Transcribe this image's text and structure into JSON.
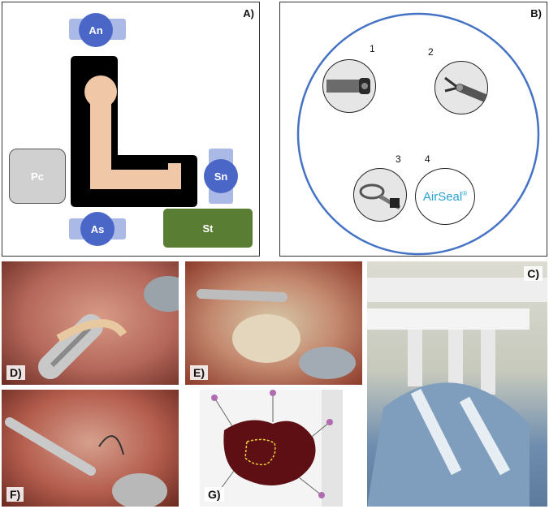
{
  "panels": {
    "a": {
      "label": "A)",
      "roles": {
        "anesthesiologist": "An",
        "patient_cart": "Pc",
        "assistant": "As",
        "scrub_nurse": "Sn",
        "surgeon_table": "St"
      }
    },
    "b": {
      "label": "B)",
      "ports": [
        {
          "number": "1",
          "tool": "camera-endoscope"
        },
        {
          "number": "2",
          "tool": "grasper-forceps"
        },
        {
          "number": "3",
          "tool": "needle-driver"
        },
        {
          "number": "4",
          "tool": "airseal-port"
        }
      ],
      "airseal_text": "AirSeal",
      "airseal_mark": "®"
    },
    "c": {
      "label": "C)"
    },
    "d": {
      "label": "D)"
    },
    "e": {
      "label": "E)"
    },
    "f": {
      "label": "F)"
    },
    "g": {
      "label": "G)"
    }
  },
  "colors": {
    "circle_blue": "#4472c4",
    "role_fill": "#4a67c8",
    "role_shadow": "#aab9e6",
    "patient_skin": "#f0c8a8",
    "table_black": "#000000",
    "gray_box": "#d0d0d0",
    "green_box": "#5a7d34",
    "airseal_blue": "#29a3d6"
  }
}
